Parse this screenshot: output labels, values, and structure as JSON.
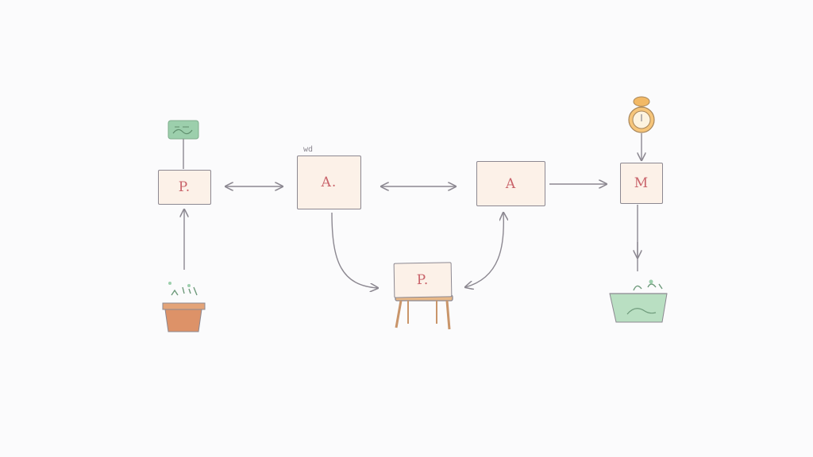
{
  "colors": {
    "background": "#fbfbfc",
    "stroke": "#8c8891",
    "box_fill": "#fcf1e8",
    "label": "#c9636a",
    "green": "#9ccfac",
    "pot": "#dd9268",
    "orange": "#f2b966"
  },
  "diagram": {
    "nodes": [
      {
        "id": "p1",
        "label": "P.",
        "icon": "plant-pot-icon"
      },
      {
        "id": "a1",
        "label": "A.",
        "icon": "browser-window-icon",
        "tag": "wd"
      },
      {
        "id": "a2",
        "label": "A"
      },
      {
        "id": "m1",
        "label": "M",
        "icon": "alarm-clock-icon"
      },
      {
        "id": "p2",
        "label": "P.",
        "icon": "easel-icon"
      }
    ],
    "top_icons": [
      "database-icon",
      "alarm-clock-icon"
    ],
    "bottom_icons": [
      "plant-pot-icon",
      "planter-bowl-icon"
    ]
  }
}
